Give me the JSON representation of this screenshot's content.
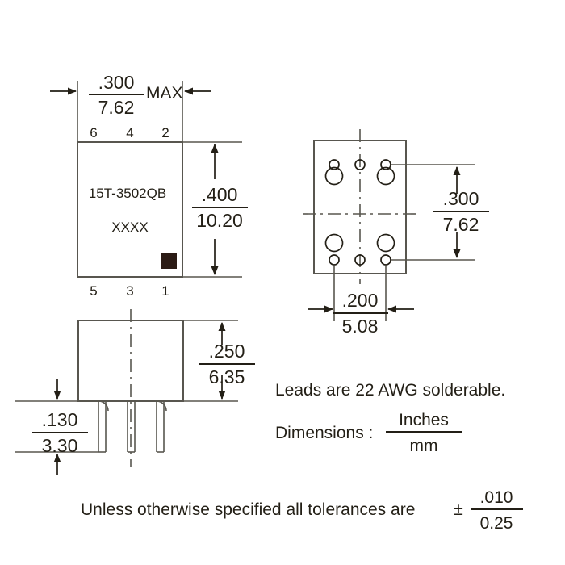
{
  "drawing": {
    "title": "Component outline and PCB footprint drawing",
    "part_number": "15T-3502QB",
    "date_code_marking": "XXXX",
    "top_view": {
      "pins_top": [
        "6",
        "4",
        "2"
      ],
      "pins_bottom": [
        "5",
        "3",
        "1"
      ],
      "width_dim": {
        "inches": ".300",
        "mm": "7.62",
        "qualifier": "MAX"
      },
      "height_dim": {
        "inches": ".400",
        "mm": "10.20"
      }
    },
    "footprint_view": {
      "vertical_pitch": {
        "inches": ".300",
        "mm": "7.62"
      },
      "horizontal_pitch": {
        "inches": ".200",
        "mm": "5.08"
      }
    },
    "side_view": {
      "body_height": {
        "inches": ".250",
        "mm": "6.35"
      },
      "seating_dim": {
        "inches": ".130",
        "mm": "3.30"
      }
    },
    "notes": {
      "leads": "Leads are 22 AWG solderable.",
      "dimensions_label": "Dimensions :",
      "dimensions_numerator": "Inches",
      "dimensions_denominator": "mm",
      "tolerance_text": "Unless otherwise specified all tolerances are",
      "tolerance_symbol": "±",
      "tolerance_inches": ".010",
      "tolerance_mm": "0.25"
    },
    "colors": {
      "line": "#58564f",
      "dimension": "#231f16",
      "pin1_marker": "#2b1b15",
      "background": "#ffffff"
    }
  }
}
